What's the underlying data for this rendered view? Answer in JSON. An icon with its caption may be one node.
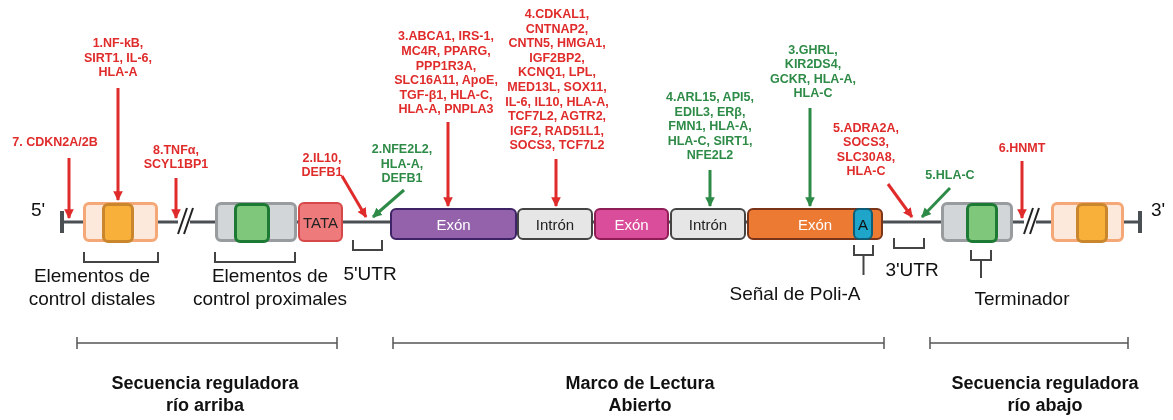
{
  "diagram": {
    "nodes": [
      {
        "text": [
          "7. CDKN2A/2B"
        ]
      },
      {
        "text": [
          "1.NF-kB, SIRT1, IL-6, HLA-A"
        ]
      },
      {
        "text": [
          "8.TNFα, SCYL1BP1"
        ]
      },
      {
        "text": [
          "2.IL10, DEFB1"
        ]
      },
      {
        "text": [
          "2.NFE2L2, HLA-A, DEFB1"
        ]
      },
      {
        "text": [
          "3.ABCA1, IRS-1, MC4R, PPARG, PPP1R3A, SLC16A11, ApoE, TGF-β1, HLA-C, HLA-A, PNPLA3"
        ]
      },
      {
        "text": [
          "4.CDKAL1, CNTNAP2, CNTN5, HMGA1, IGF2BP2, KCNQ1, LPL, MED13L, SOX11, IL-6, IL10, HLA-A, TCF7L2, AGTR2, IGF2, RAD51L1, SOCS3, TCF7L2"
        ]
      },
      {
        "text": [
          "4.ARL15, API5, EDIL3, ERβ, FMN1, HLA-A, HLA-C, SIRT1, NFE2L2"
        ]
      },
      {
        "text": [
          "3.GHRL, KIR2DS4, GCKR, HLA-A, HLA-C"
        ]
      },
      {
        "text": [
          "5.ADRA2A, SOCS3, SLC30A8, HLA-C"
        ]
      },
      {
        "text": [
          "5.HLA-C"
        ]
      },
      {
        "text": [
          "6.HNMT"
        ]
      },
      {
        "text": [],
        "shape": "box"
      },
      {
        "text": [],
        "shape": "box",
        "in": 12
      },
      {
        "text": [],
        "shape": "box"
      },
      {
        "text": [],
        "shape": "box",
        "in": 14
      },
      {
        "text": [
          "TATA"
        ]
      },
      {
        "text": [
          "Exón"
        ]
      },
      {
        "text": [
          "Intrón"
        ]
      },
      {
        "text": [
          "Exón"
        ]
      },
      {
        "text": [
          "Intrón"
        ]
      },
      {
        "text": [
          "Exón"
        ]
      },
      {
        "text": [
          "A"
        ],
        "in": 21
      },
      {
        "text": [],
        "shape": "box"
      },
      {
        "text": [],
        "shape": "box",
        "in": 23
      },
      {
        "text": [],
        "shape": "box"
      },
      {
        "text": [],
        "shape": "box",
        "in": 25
      },
      {
        "text": [],
        "shape": "line"
      }
    ],
    "edges": [
      {
        "from": 0,
        "to": 27,
        "arrow": "to"
      },
      {
        "from": 1,
        "to": 13,
        "arrow": "to"
      },
      {
        "from": 2,
        "to": 27,
        "arrow": "to"
      },
      {
        "from": 3,
        "to": 27,
        "arrow": "to"
      },
      {
        "from": 4,
        "to": 27,
        "arrow": "to",
        "color": "#2e8b47"
      },
      {
        "from": 5,
        "to": 17,
        "arrow": "to"
      },
      {
        "from": 6,
        "to": 18,
        "arrow": "to"
      },
      {
        "from": 7,
        "to": 20,
        "arrow": "to",
        "color": "#2e8b47"
      },
      {
        "from": 8,
        "to": 21,
        "arrow": "to",
        "color": "#2e8b47"
      },
      {
        "from": 9,
        "to": 27,
        "arrow": "to"
      },
      {
        "from": 10,
        "to": 27,
        "arrow": "to",
        "color": "#2e8b47"
      },
      {
        "from": 11,
        "to": 27,
        "arrow": "to"
      }
    ],
    "labels": [
      "5'",
      "3'",
      "Elementos de control distales",
      "Elementos de control proximales",
      "5'UTR",
      "Señal de Poli-A",
      "3'UTR",
      "Terminador",
      "Secuencia reguladora río arriba",
      "Marco de Lectura Abierto",
      "Secuencia reguladora río abajo"
    ]
  }
}
